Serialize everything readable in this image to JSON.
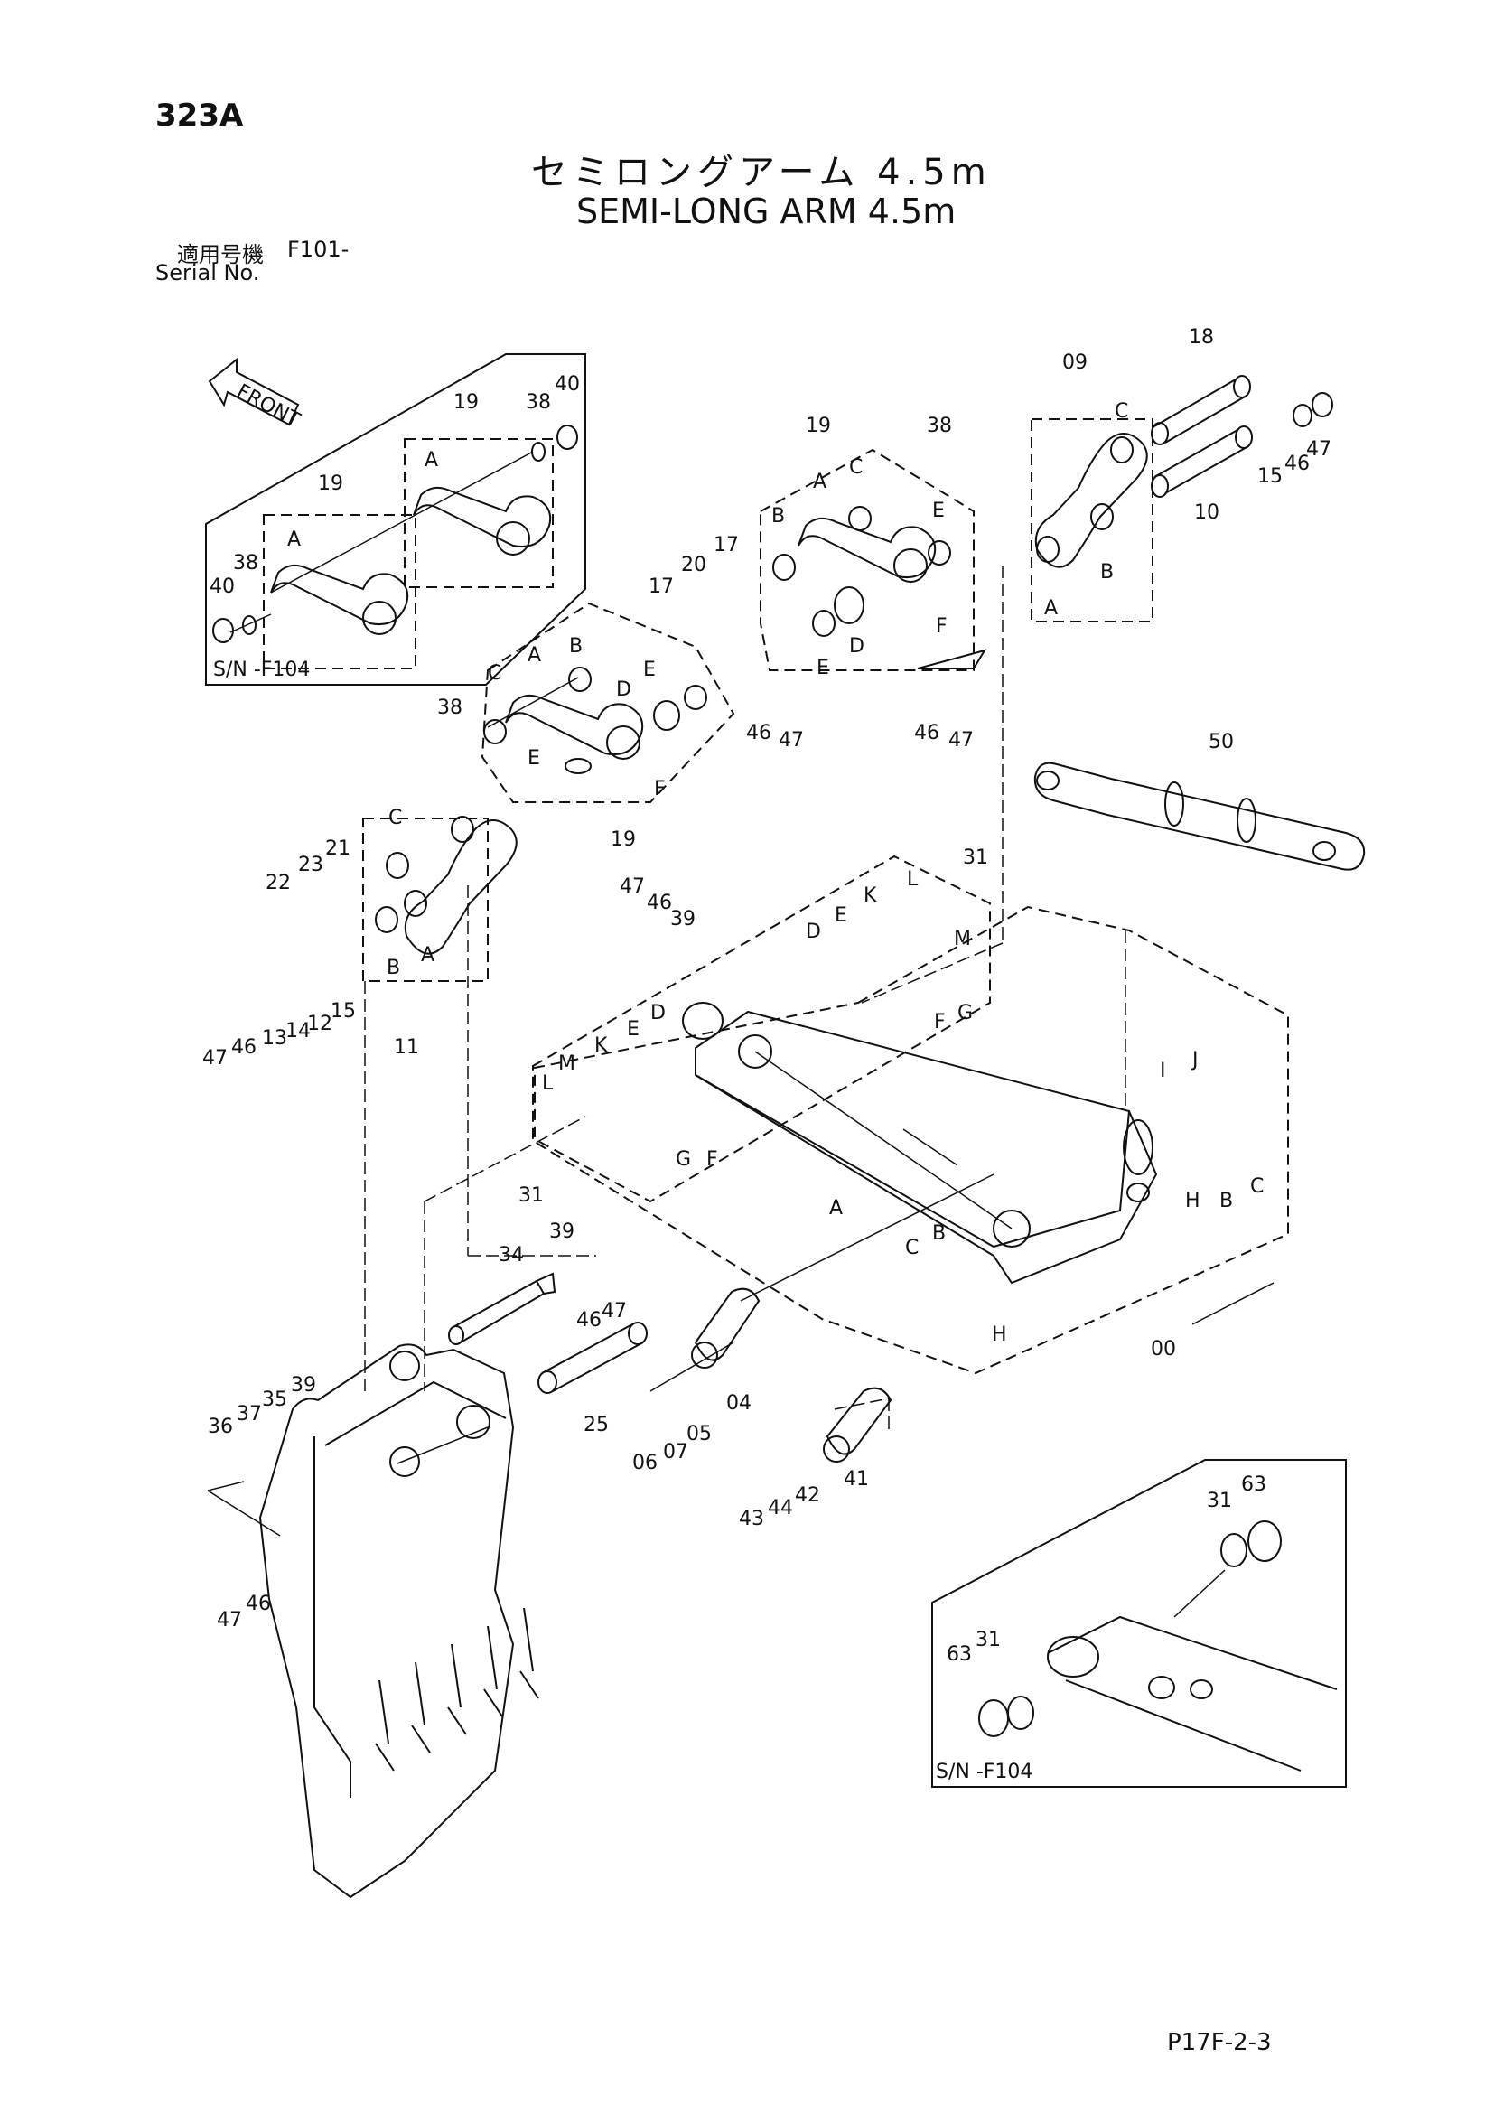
{
  "header": {
    "page_number": "323A",
    "title_jp": "セミロングアーム 4.5m",
    "title_en": "SEMI-LONG ARM 4.5m",
    "serial_label_jp": "適用号機",
    "serial_model": "F101-",
    "serial_label_en": "Serial No."
  },
  "front_arrow": "FRONT",
  "insets": {
    "top_left_serial": "S/N -F104",
    "bottom_right_serial": "S/N -F104"
  },
  "footer": {
    "code": "P17F-2-3"
  },
  "callouts": {
    "c00": "00",
    "c04": "04",
    "c05": "05",
    "c06": "06",
    "c07": "07",
    "c09": "09",
    "c10": "10",
    "c11": "11",
    "c12": "12",
    "c13": "13",
    "c14": "14",
    "c15": "15",
    "c17": "17",
    "c18": "18",
    "c19": "19",
    "c20": "20",
    "c21": "21",
    "c22": "22",
    "c23": "23",
    "c25": "25",
    "c31": "31",
    "c34": "34",
    "c35": "35",
    "c36": "36",
    "c37": "37",
    "c38": "38",
    "c39": "39",
    "c40": "40",
    "c41": "41",
    "c42": "42",
    "c43": "43",
    "c44": "44",
    "c46": "46",
    "c47": "47",
    "c50": "50",
    "c63": "63",
    "A": "A",
    "B": "B",
    "C": "C",
    "D": "D",
    "E": "E",
    "F": "F",
    "G": "G",
    "H": "H",
    "I": "I",
    "J": "J",
    "K": "K",
    "L": "L",
    "M": "M"
  }
}
